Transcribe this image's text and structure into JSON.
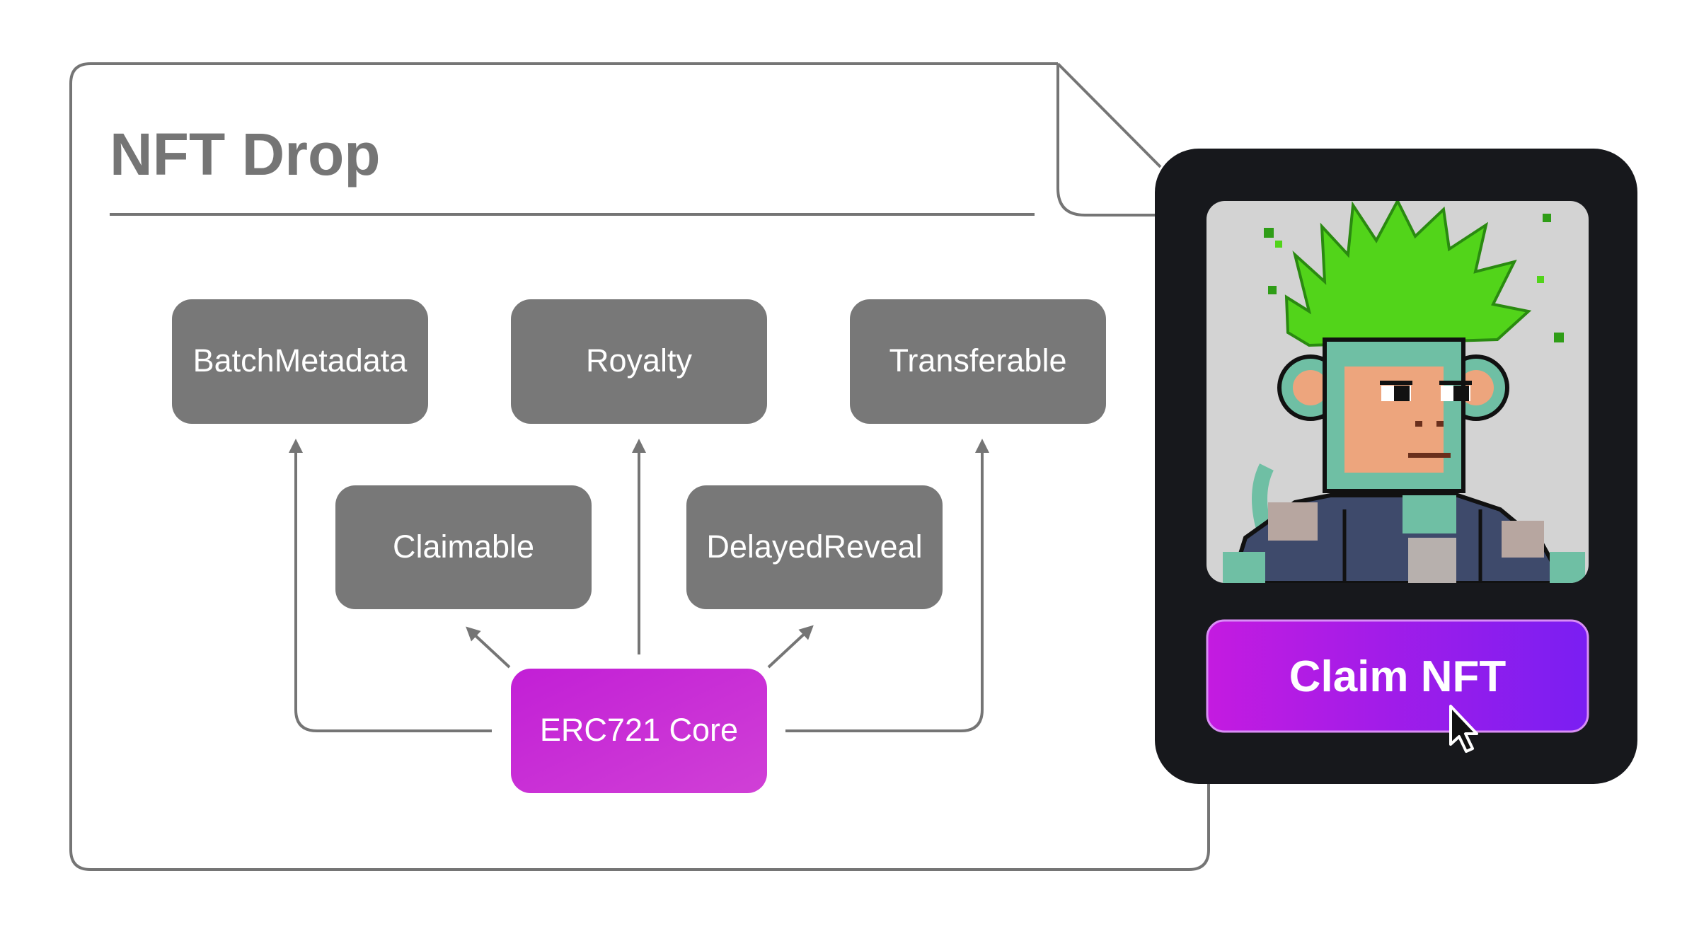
{
  "document": {
    "title": "NFT Drop"
  },
  "modules": {
    "batch_metadata": "BatchMetadata",
    "royalty": "Royalty",
    "transferable": "Transferable",
    "claimable": "Claimable",
    "delayed_reveal": "DelayedReveal",
    "core": "ERC721 Core"
  },
  "card": {
    "image_icon": "pixel-art-monkey-avatar",
    "claim_button_label": "Claim NFT",
    "cursor_icon": "pointer-cursor"
  },
  "colors": {
    "module_fill": "#787878",
    "core_gradient_start": "#c21fd6",
    "core_gradient_end": "#d040d6",
    "outline": "#757575",
    "card_background": "#17181c",
    "claim_gradient_start": "#c41be0",
    "claim_gradient_end": "#7a1ef2"
  }
}
